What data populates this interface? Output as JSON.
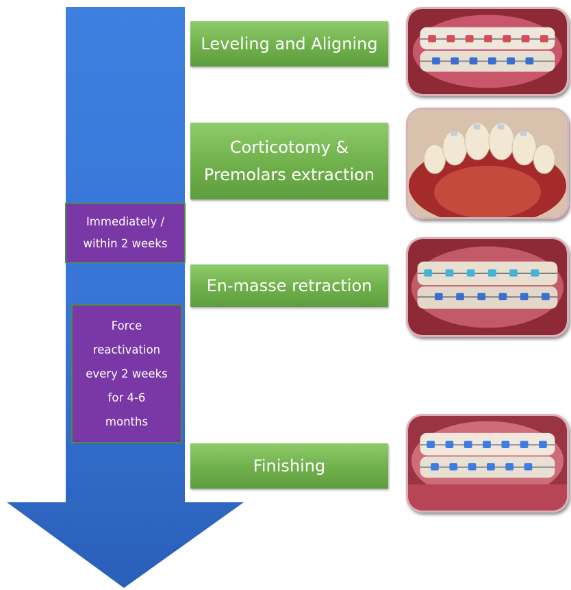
{
  "steps": [
    {
      "lines": [
        "Leveling and Aligning"
      ]
    },
    {
      "lines": [
        "Corticotomy &",
        "Premolars extraction"
      ]
    },
    {
      "lines": [
        "En-masse retraction"
      ]
    },
    {
      "lines": [
        "Finishing"
      ]
    }
  ],
  "timing_notes": [
    {
      "lines": [
        "Immediately /",
        "within 2 weeks"
      ]
    },
    {
      "lines": [
        "Force",
        "reactivation",
        "every 2 weeks",
        "for 4-6",
        "months"
      ]
    }
  ],
  "photos": [
    {
      "name": "leveling-aligning-photo",
      "bracket_colors": [
        "#d64d55",
        "#3a6fd1"
      ]
    },
    {
      "name": "corticotomy-photo",
      "bracket_colors": [
        "#c7cdd6",
        "#c7cdd6"
      ]
    },
    {
      "name": "en-masse-retraction-photo",
      "bracket_colors": [
        "#45b3d8",
        "#3a6fd1"
      ]
    },
    {
      "name": "finishing-photo",
      "bracket_colors": [
        "#3e7ce0",
        "#3e7ce0"
      ]
    }
  ],
  "colors": {
    "arrow_top": "#3e7fe0",
    "arrow_bottom": "#2a5fb8",
    "step_box": "#6fb04b",
    "note_box": "#7a37a6"
  }
}
